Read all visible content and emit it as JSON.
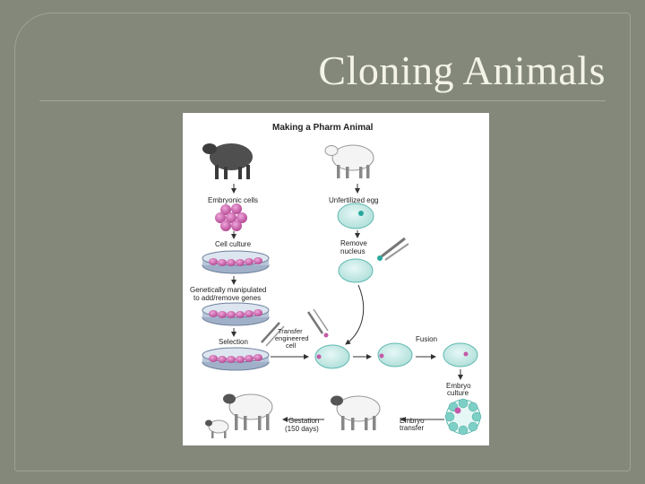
{
  "slide": {
    "title": "Cloning Animals"
  },
  "figure": {
    "title": "Making a Pharm Animal",
    "labels": {
      "embryonic_cells": "Embryonic cells",
      "unfertilized_egg": "Unfertilized egg",
      "cell_culture": "Cell culture",
      "remove_nucleus_1": "Remove",
      "remove_nucleus_2": "nucleus",
      "genetically_1": "Genetically manipulated",
      "genetically_2": "to add/remove genes",
      "selection": "Selection",
      "transfer_1": "Transfer",
      "transfer_2": "engineered",
      "transfer_3": "cell",
      "fusion": "Fusion",
      "embryo_culture_1": "Embryo",
      "embryo_culture_2": "culture",
      "gestation_1": "Gestation",
      "gestation_2": "(150 days)",
      "embryo_transfer_1": "Embryo",
      "embryo_transfer_2": "transfer"
    },
    "colors": {
      "dark_sheep": "#4f4f4f",
      "white_sheep": "#f4f4f4",
      "cells": "#c45aa8",
      "egg": "#bfe8e4",
      "egg_border": "#5fb8b0",
      "dish": "#9fb0c8",
      "pipette_tip": "#2aa79b"
    }
  }
}
